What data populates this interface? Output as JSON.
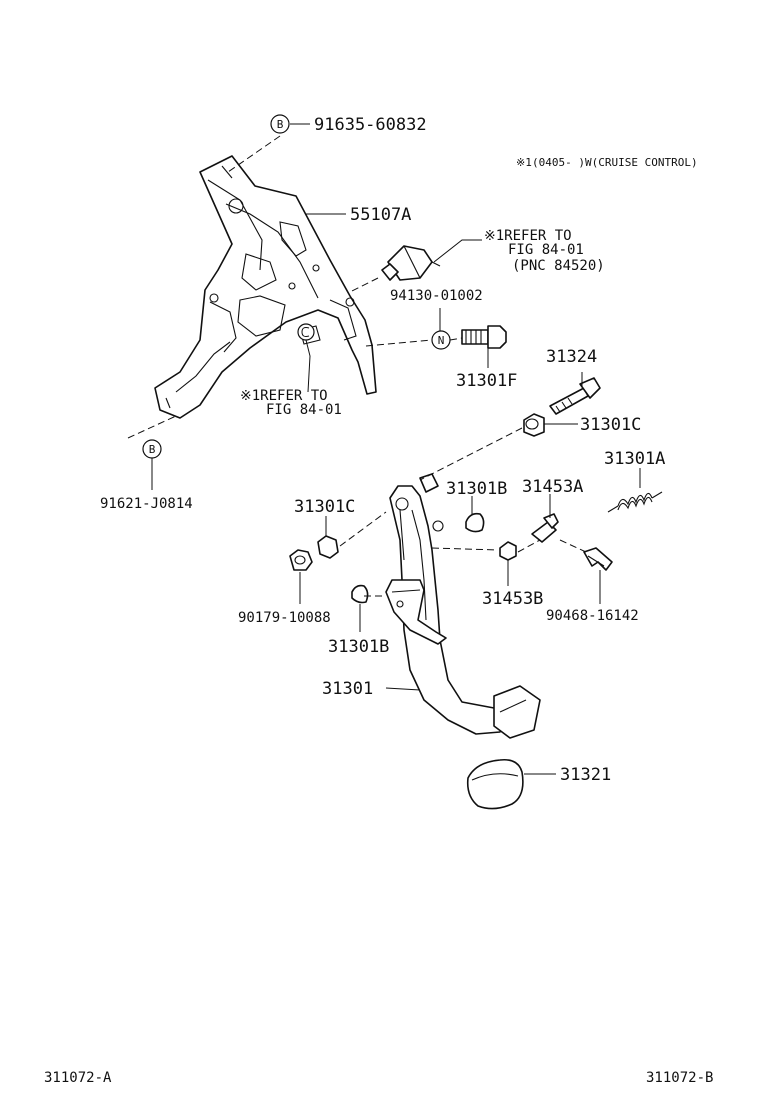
{
  "note": {
    "mark": "※1",
    "text": "(0405-      )W(CRUISE CONTROL)"
  },
  "markers": {
    "b_top": "B",
    "b_bottom": "B",
    "n": "N"
  },
  "refs": {
    "ref1_line1": "※1REFER TO",
    "ref1_line2": "FIG 84-01",
    "ref1_line3": "(PNC 84520)",
    "ref2_line1": "※1REFER TO",
    "ref2_line2": "FIG 84-01"
  },
  "parts": {
    "p91635_60832": "91635-60832",
    "p55107A": "55107A",
    "p94130_01002": "94130-01002",
    "p31301F": "31301F",
    "p31324": "31324",
    "p31301C_top": "31301C",
    "p91621_J0814": "91621-J0814",
    "p31301A": "31301A",
    "p31301B_top": "31301B",
    "p31453A": "31453A",
    "p31301C_left": "31301C",
    "p90179_10088": "90179-10088",
    "p31453B": "31453B",
    "p90468_16142": "90468-16142",
    "p31301B_bottom": "31301B",
    "p31301": "31301",
    "p31321": "31321"
  },
  "footer": {
    "left": "311072-A",
    "right": "311072-B"
  }
}
